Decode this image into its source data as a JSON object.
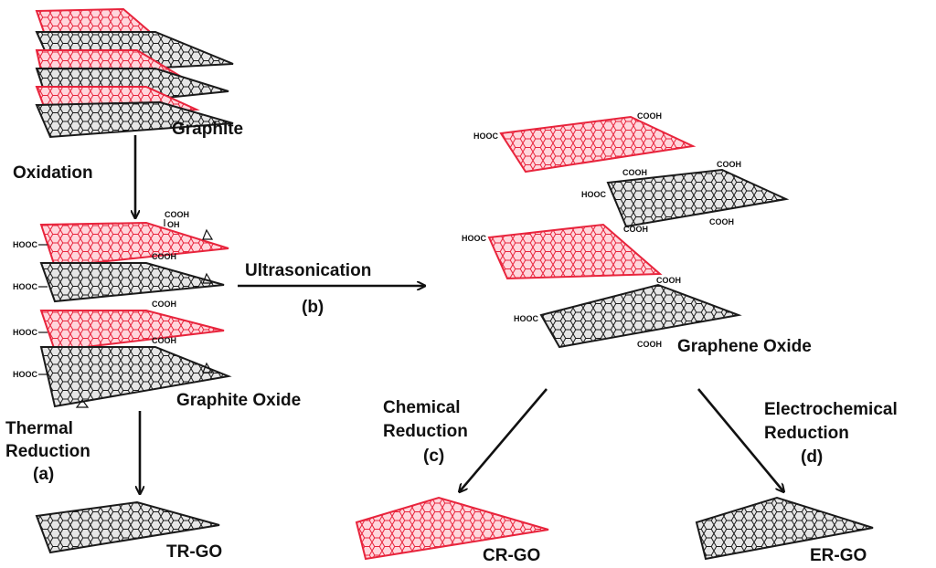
{
  "labels": {
    "graphite": "Graphite",
    "oxidation": "Oxidation",
    "graphite_oxide": "Graphite Oxide",
    "thermal_line1": "Thermal",
    "thermal_line2": "Reduction",
    "thermal_tag": "(a)",
    "ultrasonication": "Ultrasonication",
    "ultrasonication_tag": "(b)",
    "graphene_oxide": "Graphene Oxide",
    "chemical_line1": "Chemical",
    "chemical_line2": "Reduction",
    "chemical_tag": "(c)",
    "electro_line1": "Electrochemical",
    "electro_line2": "Reduction",
    "electro_tag": "(d)",
    "trgo": "TR-GO",
    "crgo": "CR-GO",
    "ergo": "ER-GO"
  },
  "functional_groups": {
    "cooh": "COOH",
    "hooc": "HOOC",
    "oh": "OH"
  },
  "colors": {
    "red_sheet": "#e8243c",
    "red_fill": "#ffd6dc",
    "black_sheet": "#1a1a1a",
    "black_fill": "#e6e6e6"
  }
}
